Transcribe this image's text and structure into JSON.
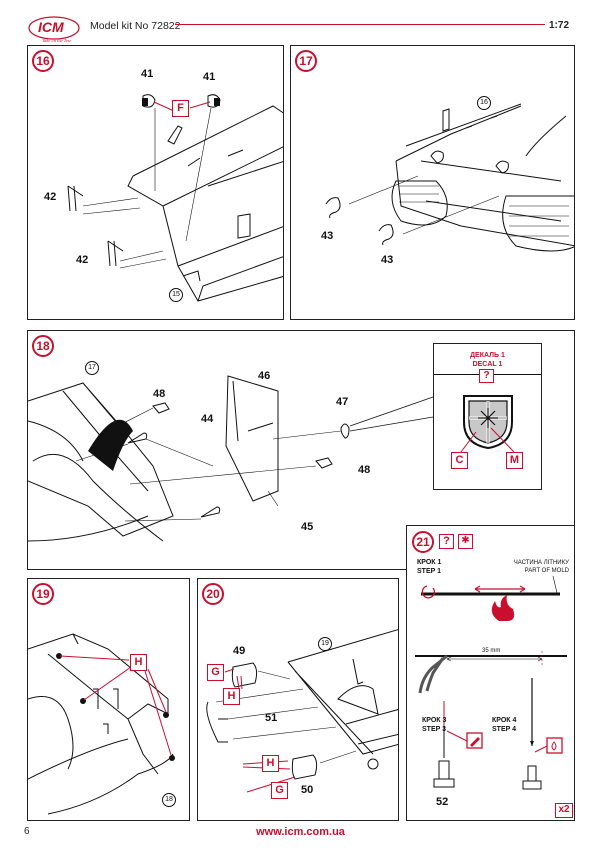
{
  "header": {
    "brand": "ICM",
    "slogan": "Take on the Test",
    "title": "Model kit No 72822",
    "scale": "1:72"
  },
  "steps": {
    "s16": {
      "number": "16",
      "parts": [
        "41",
        "41",
        "42",
        "42"
      ],
      "color_label": "F",
      "ref": "15"
    },
    "s17": {
      "number": "17",
      "parts": [
        "43",
        "43"
      ],
      "ref": "16"
    },
    "s18": {
      "number": "18",
      "parts": [
        "48",
        "44",
        "46",
        "47",
        "48",
        "45"
      ],
      "ref": "17",
      "decal": {
        "title_ua": "ДЕКАЛЬ 1",
        "title_en": "DECAL 1",
        "help": "?",
        "colors": [
          "C",
          "M"
        ]
      }
    },
    "s19": {
      "number": "19",
      "color_label": "H",
      "ref": "18"
    },
    "s20": {
      "number": "20",
      "parts": [
        "49",
        "51",
        "50"
      ],
      "ref": "19",
      "labels": [
        "G",
        "H",
        "H",
        "G"
      ]
    },
    "s21": {
      "number": "21",
      "help": "?",
      "asterisk": "✱",
      "step1_ua": "КРОК 1",
      "step1_en": "STEP 1",
      "mold_ua": "ЧАСТИНА ЛІТНИКУ",
      "mold_en": "PART OF MOLD",
      "length": "35 mm",
      "step3_ua": "КРОК 3",
      "step3_en": "STEP 3",
      "step4_ua": "КРОК 4",
      "step4_en": "STEP 4",
      "part": "52",
      "qty": "x2"
    }
  },
  "footer": {
    "page": "6",
    "url": "www.icm.com.ua"
  },
  "colors": {
    "accent": "#c8102e",
    "ink": "#111111"
  }
}
